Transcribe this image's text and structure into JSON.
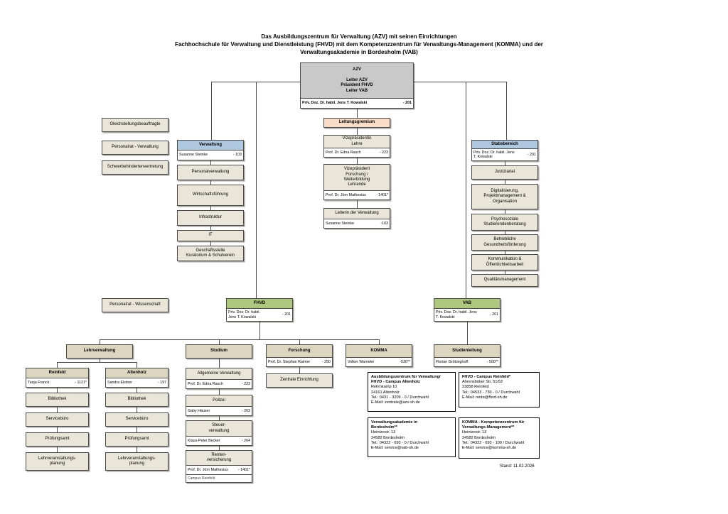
{
  "title": {
    "line1": "Das Ausbildungszentrum für Verwaltung (AZV) mit seinen Einrichtungen",
    "line2": "Fachhochschule für Verwaltung und Dienstleistung (FHVD) mit dem Kompetenzzentrum für Verwaltungs-Management (KOMMA) und der",
    "line3": "Verwaltungsakademie in Bordesholm (VAB)"
  },
  "stand": "Stand: 11.02.2026",
  "colors": {
    "box_beige": "#e9e5d8",
    "box_tan": "#dcd6c1",
    "box_blue": "#b0c7e0",
    "box_salmon": "#f8dcc7",
    "box_green": "#aec87f",
    "box_gray": "#c9c9c9",
    "border": "#4a4a4a",
    "line": "#4a4a4a"
  },
  "boxes": [
    {
      "id": "azv",
      "type": "gray",
      "title": [
        "AZV",
        "",
        "Leiter AZV",
        "Präsident FHVD",
        "Leiter VAB"
      ],
      "person": [
        "Priv. Doz. Dr. habil. Jens T. Kowalski"
      ],
      "ext": "- 201"
    },
    {
      "id": "gleichstellungsbeauftragte",
      "type": "plain",
      "title": [
        "Gleichstellungsbeauftragte"
      ]
    },
    {
      "id": "personalrat-verwaltung",
      "type": "plain",
      "title": [
        "Personalrat - Verwaltung"
      ]
    },
    {
      "id": "schwerbehindertenvertretung",
      "type": "plain",
      "title": [
        "Schwerbehindertenvertretung"
      ]
    },
    {
      "id": "verwaltung",
      "type": "blue",
      "title": [
        "Verwaltung"
      ],
      "person": [
        "Susanne Steinke"
      ],
      "ext": "- 103"
    },
    {
      "id": "personalverwaltung",
      "type": "plain",
      "title": [
        "Personalverwaltung"
      ]
    },
    {
      "id": "wirtschaftsfuehrung",
      "type": "plain",
      "title": [
        "Wirtschaftsführung"
      ]
    },
    {
      "id": "infrastruktur",
      "type": "plain",
      "title": [
        "Infrastruktur"
      ]
    },
    {
      "id": "it",
      "type": "plain",
      "title": [
        "IT"
      ]
    },
    {
      "id": "geschaeftsstelle",
      "type": "plain",
      "title": [
        "Geschäftsstelle",
        "Kuratorium & Schulverein"
      ]
    },
    {
      "id": "leitungsgremium",
      "type": "salmon",
      "title": [
        "Leitungsgremium"
      ]
    },
    {
      "id": "vizepraesidentin-lehre",
      "type": "plain",
      "title": [
        "Vizepräsidentin",
        "Lehre"
      ],
      "person": [
        "Prof. Dr. Edna Rasch"
      ],
      "ext": "- 223"
    },
    {
      "id": "vizepraesident-forschung",
      "type": "plain",
      "title": [
        "Vizepräsident",
        "Forschung /",
        "Weiterbildung",
        "Lehrende"
      ],
      "person": [
        "Prof. Dr. Jörn Mathesius"
      ],
      "ext": "- 1401*"
    },
    {
      "id": "leiterin-der-verwaltung",
      "type": "plain",
      "title": [
        "Leiterin der Verwaltung"
      ],
      "person": [
        "Susanne Steinke"
      ],
      "ext": "-103"
    },
    {
      "id": "stabsbereich",
      "type": "blue",
      "title": [
        "Stabsbereich"
      ],
      "person": [
        "Priv. Doz. Dr. habil. Jens",
        "T. Kowalski"
      ],
      "ext": "- 201"
    },
    {
      "id": "justiziariat",
      "type": "plain",
      "title": [
        "Justiziariat"
      ]
    },
    {
      "id": "digitalisierung",
      "type": "plain",
      "title": [
        "Digitalisierung,",
        "Projektmanagement &",
        "Organisation"
      ]
    },
    {
      "id": "psychosoziale-studierendenberatung",
      "type": "plain",
      "title": [
        "Psychosoziale",
        "Studierendenberatung"
      ]
    },
    {
      "id": "betriebliche-gesundheitsfoerderung",
      "type": "plain",
      "title": [
        "Betriebliche",
        "Gesundheitsförderung"
      ]
    },
    {
      "id": "kommunikation-oeffentlichkeitsarbeit",
      "type": "plain",
      "title": [
        "Kommunikation &",
        "Öffentlichkeitsarbeit"
      ]
    },
    {
      "id": "qualitaetsmanagement",
      "type": "plain",
      "title": [
        "Qualitätsmanagement"
      ]
    },
    {
      "id": "personalrat-wissenschaft",
      "type": "plain",
      "title": [
        "Personalrat - Wissenschaft"
      ]
    },
    {
      "id": "fhvd",
      "type": "green",
      "title": [
        "FHVD"
      ],
      "person": [
        "Priv. Doz. Dr. habil.",
        "Jens T. Kowalski"
      ],
      "ext": "- 201"
    },
    {
      "id": "vab",
      "type": "green",
      "title": [
        "VAB"
      ],
      "person": [
        "Priv. Doz. Dr. habil. Jens",
        "T. Kowalski"
      ],
      "ext": "- 201"
    },
    {
      "id": "lehrverwaltung",
      "type": "tan",
      "title": [
        "Lehrverwaltung"
      ]
    },
    {
      "id": "studium",
      "type": "tan",
      "title": [
        "Studium"
      ]
    },
    {
      "id": "forschung",
      "type": "tan",
      "title": [
        "Forschung"
      ],
      "person": [
        "Prof. Dr. Stephan Raimer"
      ],
      "ext": "- 250"
    },
    {
      "id": "komma",
      "type": "tan",
      "title": [
        "KOMMA"
      ],
      "person": [
        "Volker Warneke"
      ],
      "ext": "-530**"
    },
    {
      "id": "studienleitung",
      "type": "tan",
      "title": [
        "Studienleitung"
      ],
      "person": [
        "Florian Gröbinghoff"
      ],
      "ext": "- 500**"
    },
    {
      "id": "reinfeld",
      "type": "tan",
      "title": [
        "Reinfeld"
      ],
      "person": [
        "Tanja Franck"
      ],
      "ext": "- 1121*"
    },
    {
      "id": "altenholz",
      "type": "tan",
      "title": [
        "Altenholz"
      ],
      "person": [
        "Sandra Elstner"
      ],
      "ext": "- 197"
    },
    {
      "id": "bibliothek-reinfeld",
      "type": "plain",
      "title": [
        "Bibliothek"
      ]
    },
    {
      "id": "servicebuero-reinfeld",
      "type": "plain",
      "title": [
        "Servicebüro"
      ]
    },
    {
      "id": "pruefungsamt-reinfeld",
      "type": "plain",
      "title": [
        "Prüfungsamt"
      ]
    },
    {
      "id": "lehrveranstaltungsplanung-reinfeld",
      "type": "plain",
      "title": [
        "Lehrveranstaltungs-",
        "planung"
      ]
    },
    {
      "id": "bibliothek-altenholz",
      "type": "plain",
      "title": [
        "Bibliothek"
      ]
    },
    {
      "id": "servicebuero-altenholz",
      "type": "plain",
      "title": [
        "Servicebüro"
      ]
    },
    {
      "id": "pruefungsamt-altenholz",
      "type": "plain",
      "title": [
        "Prüfungsamt"
      ]
    },
    {
      "id": "lehrveranstaltungsplanung-altenholz",
      "type": "plain",
      "title": [
        "Lehrveranstaltungs-",
        "planung"
      ]
    },
    {
      "id": "allgemeine-verwaltung",
      "type": "plain",
      "title": [
        "Allgemeine Verwaltung"
      ],
      "person": [
        "Prof. Dr. Edna Rasch"
      ],
      "ext": "- 223"
    },
    {
      "id": "polizei",
      "type": "plain",
      "title": [
        "Polizei"
      ],
      "person": [
        "Gaby Häuser"
      ],
      "ext": "- 203"
    },
    {
      "id": "steuerverwaltung",
      "type": "plain",
      "title": [
        "Steuer-",
        "verwaltung"
      ],
      "person": [
        "Klaus-Peter Becker"
      ],
      "ext": "- 204"
    },
    {
      "id": "rentenversicherung",
      "type": "plain",
      "title": [
        "Renten-",
        "versicherung"
      ],
      "person": [
        "Prof. Dr. Jörn Mathesius"
      ],
      "ext": "- 1401*",
      "note": "Campus Reinfeld"
    },
    {
      "id": "zentrale-einrichtung",
      "type": "plain",
      "title": [
        "Zentrale Einrichtung"
      ]
    }
  ],
  "info_boxes": [
    {
      "id": "info-azv-altenholz",
      "title": [
        "Ausbildungszentrum für Verwaltung/",
        "FHVD - Campus Altenholz"
      ],
      "lines": [
        "Rehmkamp 10",
        "24161 Altenholz",
        "Tel.: 0431 - 3209 - 0 / Durchwahl",
        "E-Mail: zentrale@azv-sh.de"
      ]
    },
    {
      "id": "info-fhvd-reinfeld",
      "title": [
        "FHVD - Campus Reinfeld*"
      ],
      "lines": [
        "Ahrensböker Str. 51/52",
        "23858 Reinfeld",
        "Tel.: 04533 - 730 - 0 / Durchwahl",
        "E-Mail: rente@fhvd-sh.de"
      ]
    },
    {
      "id": "info-vab-bordesholm",
      "title": [
        "Verwaltungsakademie in",
        "Bordesholm**"
      ],
      "lines": [
        "Heintzestr. 13",
        "24582 Bordesholm",
        "Tel.: 04322 - 693 - 0 / Durchwahl",
        "E-Mail: service@vab-sh.de"
      ]
    },
    {
      "id": "info-komma",
      "title": [
        "KOMMA - Kompetenzzentrum für",
        "Verwaltungs-Management**"
      ],
      "lines": [
        "Heintzestr. 13",
        "24582 Bordesholm",
        "Tel.: 04322 - 693 - 100 / Durchwahl",
        "E-Mail: service@komma-sh.de"
      ]
    }
  ]
}
